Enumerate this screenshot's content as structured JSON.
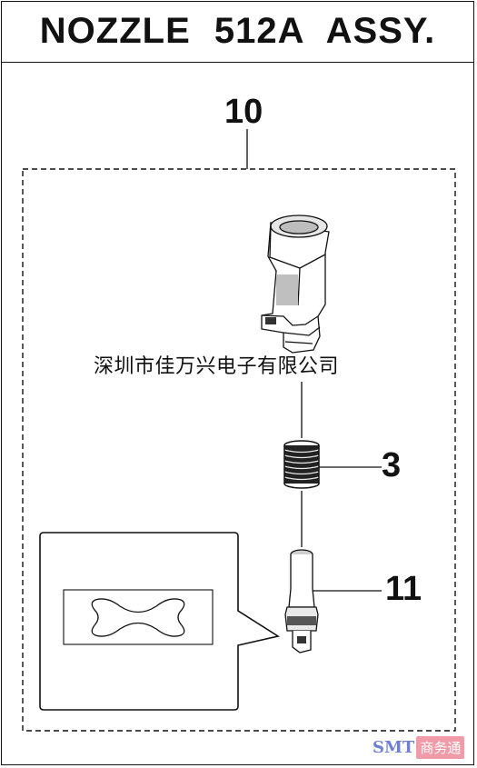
{
  "title": "NOZZLE  512A  ASSY.",
  "callouts": {
    "assembly": "10",
    "spring": "3",
    "nozzle": "11"
  },
  "company_text": "深圳市佳万兴电子有限公司",
  "watermark": {
    "brand": "SMT",
    "text": "商务通"
  },
  "colors": {
    "line": "#111111",
    "watermark_blue": "#6f7fd6",
    "watermark_pink": "#f19aa8"
  },
  "icons": [
    "nozzle-holder-icon",
    "spring-icon",
    "nozzle-tip-icon",
    "nozzle-cross-section-icon"
  ]
}
